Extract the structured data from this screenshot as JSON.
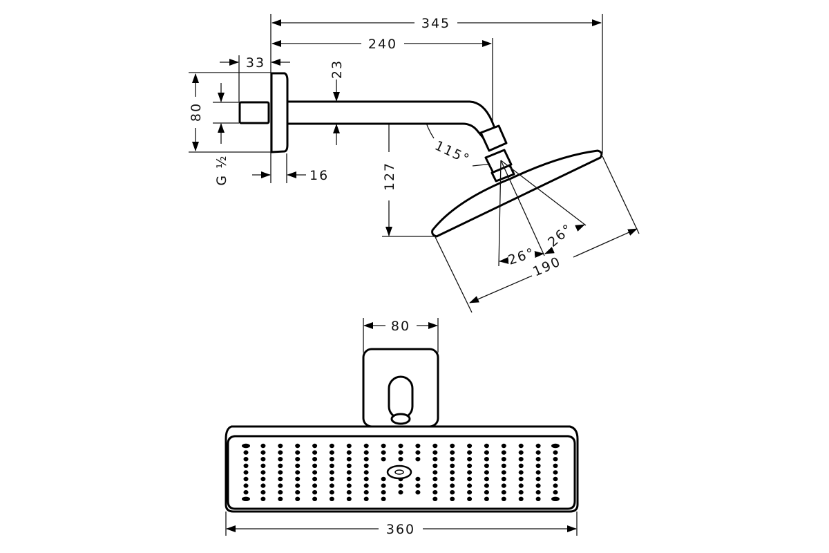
{
  "drawing": {
    "side_view": {
      "overall_length": "345",
      "arm_length": "240",
      "nipple_depth": "33",
      "plate_height": "80",
      "thread": "G ½",
      "plate_thickness": "16",
      "arm_diameter": "23",
      "drop_height": "127",
      "arm_angle": "115°",
      "tilt_angle_left": "26°",
      "tilt_angle_right": "26°",
      "head_depth": "190"
    },
    "front_view": {
      "plate_width": "80",
      "head_width": "360"
    },
    "colors": {
      "line": "#000000",
      "background": "#ffffff"
    }
  }
}
